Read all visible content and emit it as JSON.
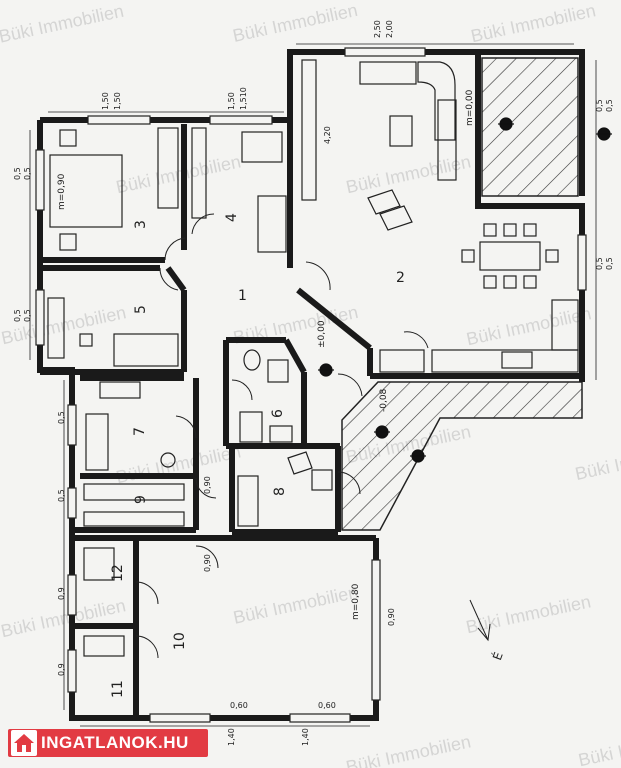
{
  "watermark": "Büki Immobilien",
  "logo": {
    "text": "INGATLANOK.HU"
  },
  "rooms": [
    "1",
    "2",
    "3",
    "4",
    "5",
    "6",
    "7",
    "8",
    "9",
    "10",
    "11",
    "12"
  ],
  "dims": {
    "top_bed3_a": "1,50",
    "top_bed3_b": "1,50",
    "top_bed4_a": "1,50",
    "top_bed4_b": "1,510",
    "top_living_a": "2,50",
    "top_living_b": "2,00",
    "living_inner": "4,20",
    "left_3a": "0,5",
    "left_3b": "0,5",
    "left_5a": "0,5",
    "left_5b": "0,5",
    "left_7": "0,5",
    "left_9": "0,5",
    "left_12": "0,9",
    "left_11": "0,9",
    "right_a": "0,5",
    "right_b": "0,5",
    "right_c": "0,5",
    "right_d": "0,5",
    "bottom_a": "1,40",
    "bottom_b": "1,40",
    "bottom_c": "0,60",
    "bottom_d": "0,60",
    "garage_door": "0,90",
    "door_9": "0,90",
    "door_10": "0,90"
  },
  "levels": {
    "main": "±0,00",
    "terrace": "-0,08",
    "bed3": "m=0,90",
    "gar": "m=0,80",
    "win": "m=0,00"
  },
  "north": "É"
}
